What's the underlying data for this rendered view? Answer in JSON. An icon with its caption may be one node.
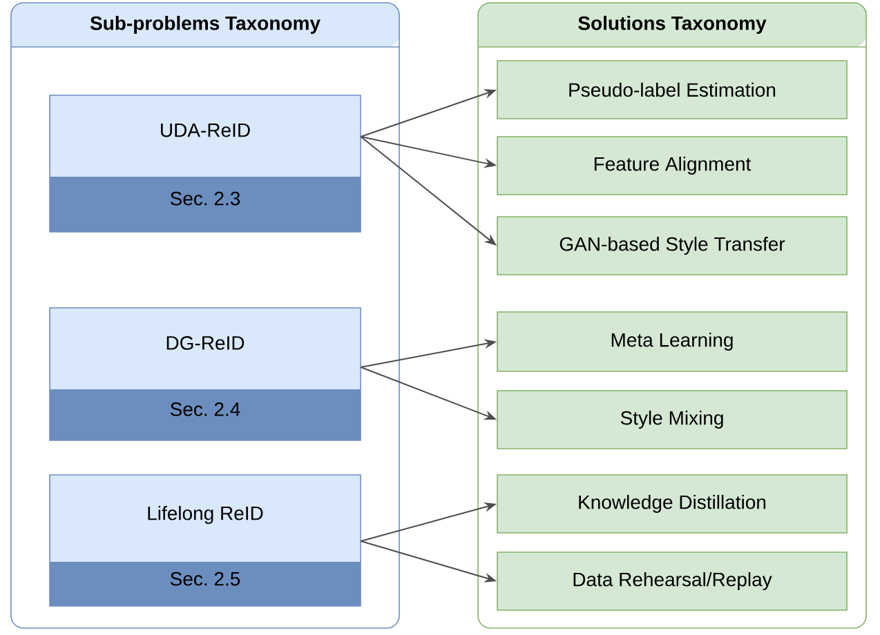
{
  "diagram": {
    "nodes": [
      {
        "text": [
          "Sub-problems Taxonomy"
        ]
      },
      {
        "text": [
          "Solutions Taxonomy"
        ]
      },
      {
        "text": [
          "UDA-ReID",
          "Sec. 2.3"
        ],
        "in": 0
      },
      {
        "text": [
          "DG-ReID",
          "Sec. 2.4"
        ],
        "in": 0
      },
      {
        "text": [
          "Lifelong ReID",
          "Sec. 2.5"
        ],
        "in": 0
      },
      {
        "text": [
          "Pseudo-label Estimation"
        ],
        "in": 1
      },
      {
        "text": [
          "Feature Alignment"
        ],
        "in": 1
      },
      {
        "text": [
          "GAN-based Style Transfer"
        ],
        "in": 1
      },
      {
        "text": [
          "Meta Learning"
        ],
        "in": 1
      },
      {
        "text": [
          "Style Mixing"
        ],
        "in": 1
      },
      {
        "text": [
          "Knowledge Distillation"
        ],
        "in": 1
      },
      {
        "text": [
          "Data Rehearsal/Replay"
        ],
        "in": 1
      }
    ],
    "edges": [
      {
        "from": 2,
        "to": 5,
        "arrow": "to"
      },
      {
        "from": 2,
        "to": 6,
        "arrow": "to"
      },
      {
        "from": 2,
        "to": 7,
        "arrow": "to"
      },
      {
        "from": 3,
        "to": 8,
        "arrow": "to"
      },
      {
        "from": 3,
        "to": 9,
        "arrow": "to"
      },
      {
        "from": 4,
        "to": 10,
        "arrow": "to"
      },
      {
        "from": 4,
        "to": 11,
        "arrow": "to"
      }
    ]
  }
}
